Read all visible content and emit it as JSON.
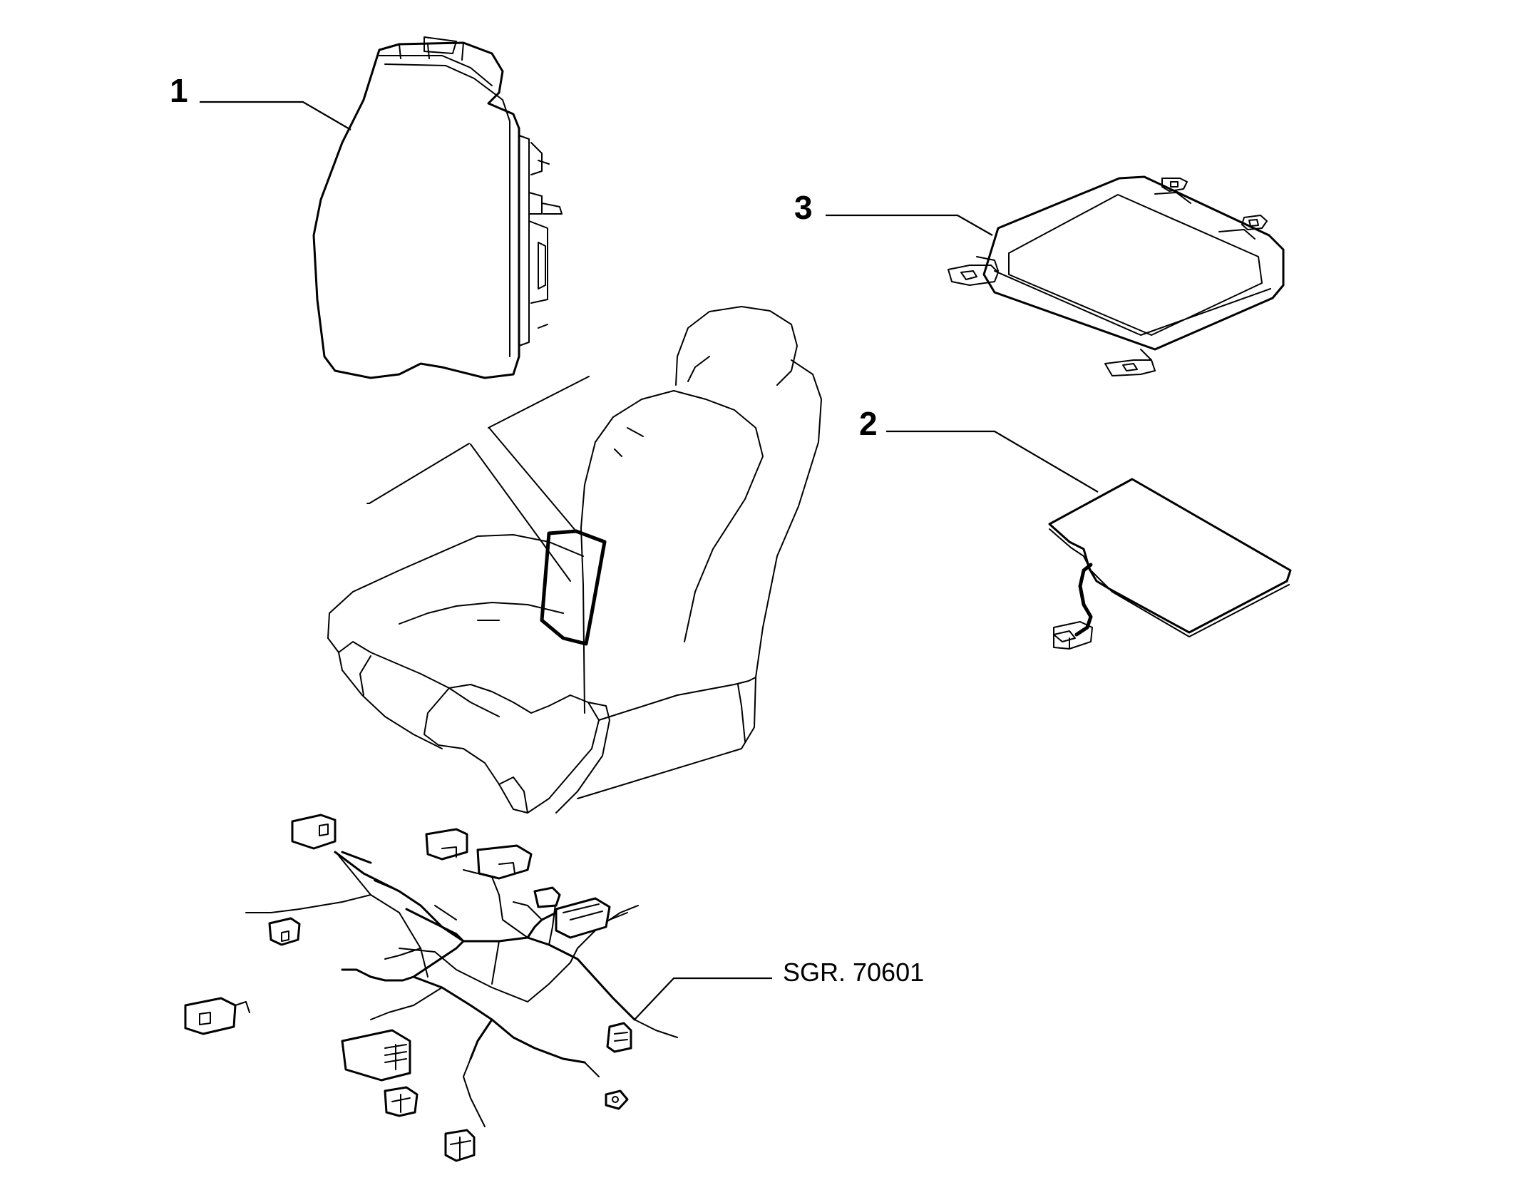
{
  "callouts": {
    "part_1": "1",
    "part_2": "2",
    "part_3": "3"
  },
  "reference": {
    "text": "SGR. 70601"
  }
}
